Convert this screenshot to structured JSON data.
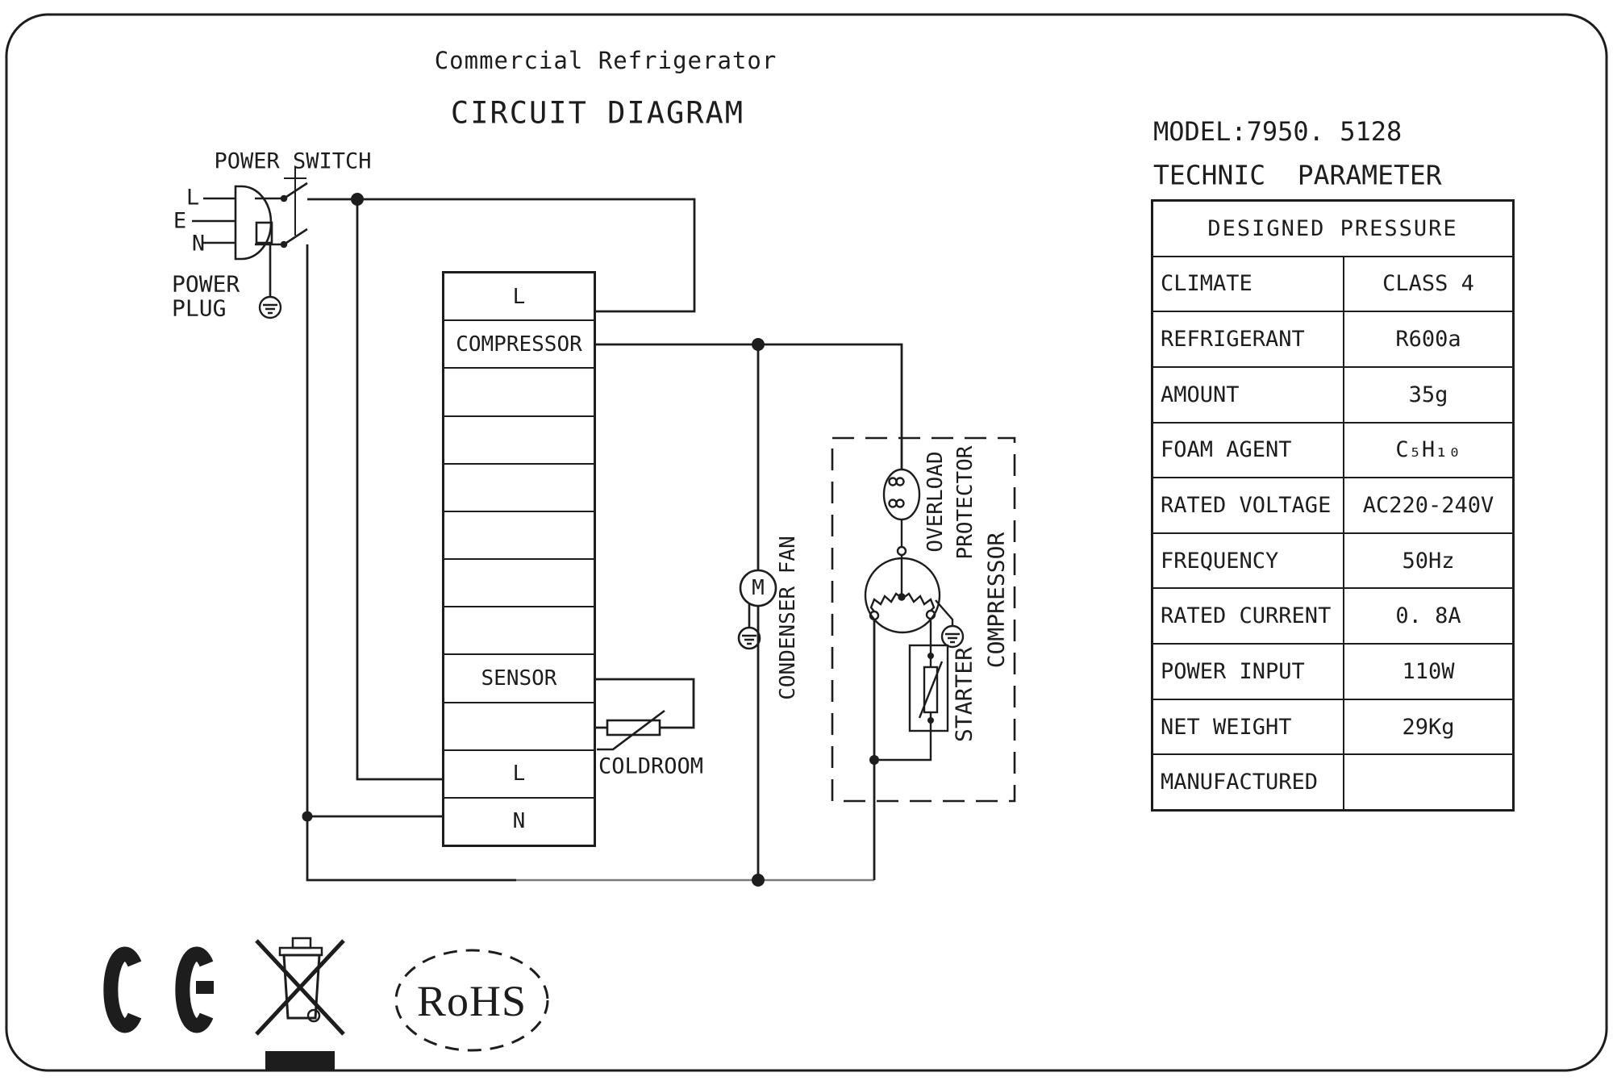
{
  "titles": {
    "product": "Commercial Refrigerator",
    "diagram": "CIRCUIT DIAGRAM"
  },
  "right_panel": {
    "model": "MODEL:7950. 5128",
    "heading": "TECHNIC  PARAMETER",
    "table": {
      "header": "DESIGNED PRESSURE",
      "rows": [
        {
          "label": "CLIMATE",
          "value": "CLASS 4"
        },
        {
          "label": "REFRIGERANT",
          "value": "R600a"
        },
        {
          "label": "AMOUNT",
          "value": "35g"
        },
        {
          "label": "FOAM AGENT",
          "value": "C₅H₁₀"
        },
        {
          "label": "RATED VOLTAGE",
          "value": "AC220-240V"
        },
        {
          "label": "FREQUENCY",
          "value": "50Hz"
        },
        {
          "label": "RATED CURRENT",
          "value": "0. 8A"
        },
        {
          "label": "POWER INPUT",
          "value": "110W"
        },
        {
          "label": "NET WEIGHT",
          "value": "29Kg"
        },
        {
          "label": "MANUFACTURED",
          "value": ""
        }
      ]
    }
  },
  "diagram": {
    "power_switch": "POWER SWITCH",
    "power_plug_line1": "POWER",
    "power_plug_line2": "PLUG",
    "pin_l": "L",
    "pin_e": "E",
    "pin_n": "N",
    "condenser_fan": "CONDENSER FAN",
    "overload": "OVERLOAD",
    "protector": "PROTECTOR",
    "compressor": "COMPRESSOR",
    "starter": "STARTER",
    "coldroom": "COLDROOM",
    "motor_letter": "M",
    "rohs": "RoHS"
  },
  "terminal_block": {
    "rows": [
      "L",
      "COMPRESSOR",
      "",
      "",
      "",
      "",
      "",
      "",
      "SENSOR",
      "",
      "L",
      "N"
    ]
  },
  "colors": {
    "ink": "#1d1d1d",
    "background": "#ffffff",
    "faded_wire": "#7a7a7a"
  }
}
